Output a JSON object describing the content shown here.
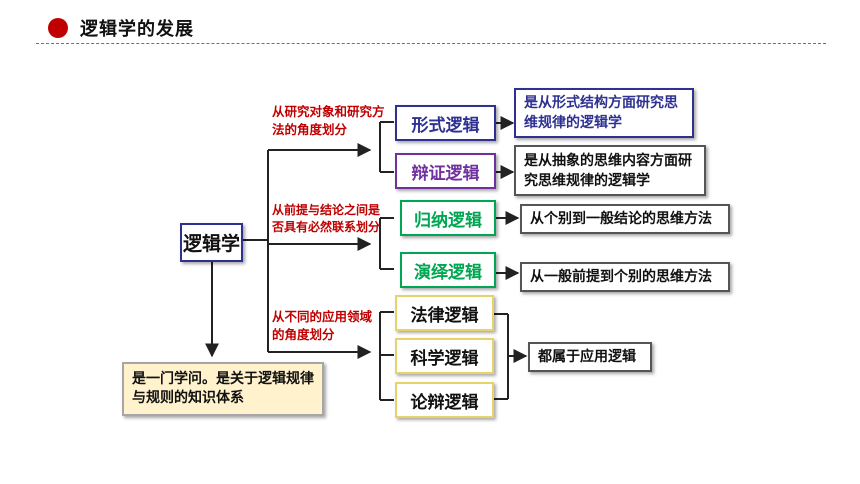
{
  "header": {
    "title": "逻辑学的发展"
  },
  "root": {
    "label": "逻辑学",
    "color": "#2e3192"
  },
  "definition": "是一门学问。是关于逻辑规律与规则的知识体系",
  "branches": [
    {
      "label": "从研究对象和研究方法的角度划分"
    },
    {
      "label": "从前提与结论之间是否具有必然联系划分"
    },
    {
      "label": "从不同的应用领域的角度划分"
    }
  ],
  "nodes": {
    "formal": {
      "label": "形式逻辑",
      "description": "是从形式结构方面研究思维规律的逻辑学",
      "color": "#2e3192"
    },
    "dialectical": {
      "label": "辩证逻辑",
      "description": "是从抽象的思维内容方面研究思维规律的逻辑学",
      "color": "#7030a0"
    },
    "inductive": {
      "label": "归纳逻辑",
      "description": "从个别到一般结论的思维方法",
      "color": "#00a651"
    },
    "deductive": {
      "label": "演绎逻辑",
      "description": "从一般前提到个别的思维方法",
      "color": "#00a651"
    },
    "legal": {
      "label": "法律逻辑"
    },
    "scientific": {
      "label": "科学逻辑"
    },
    "debate": {
      "label": "论辩逻辑"
    }
  },
  "applied_summary": "都属于应用逻辑",
  "colors": {
    "accent_red": "#c00000",
    "applied_border": "#e6d36a",
    "definition_bg": "#fff2cc"
  }
}
